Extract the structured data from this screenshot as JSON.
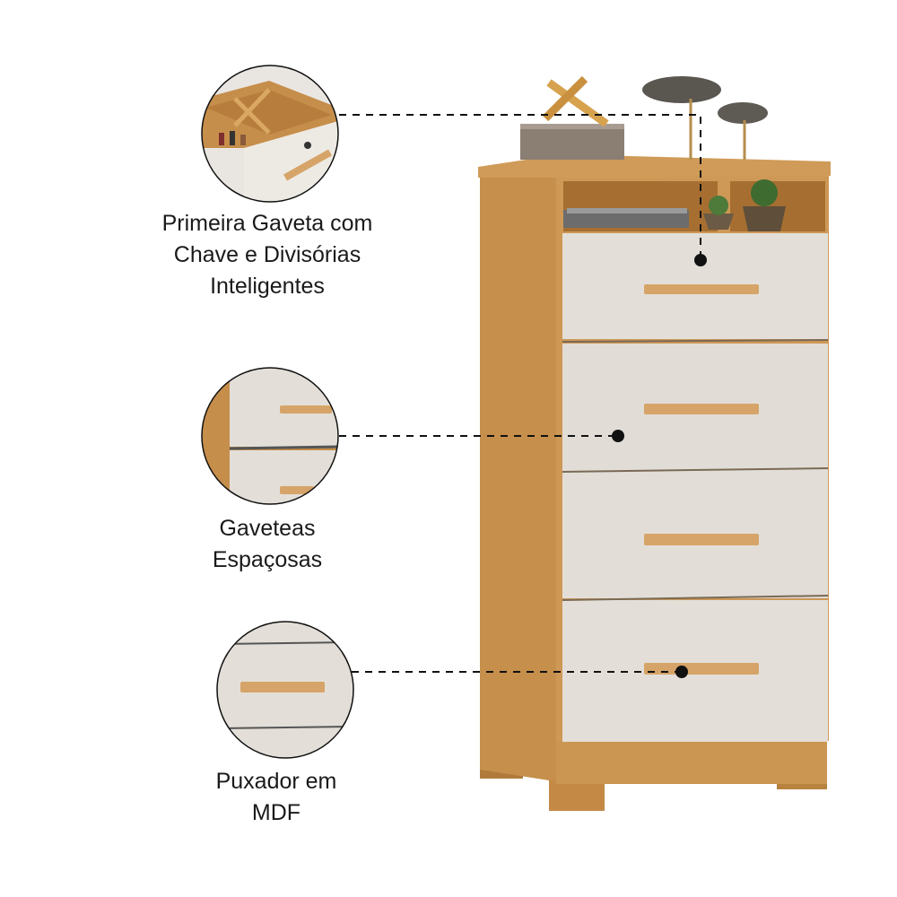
{
  "callouts": [
    {
      "lines": [
        "Primeira Gaveta com",
        "Chave e Divisórias",
        "Inteligentes"
      ]
    },
    {
      "lines": [
        "Gaveteas",
        "Espaçosas"
      ]
    },
    {
      "lines": [
        "Puxador em",
        "MDF"
      ]
    }
  ],
  "colors": {
    "wood": "#C9934F",
    "wood_dark": "#B07A3A",
    "drawer_front": "#E3DFD8",
    "handle": "#D6A468",
    "line": "#111111"
  },
  "icons": [
    "drawer-detail-zoom",
    "drawer-front-zoom",
    "handle-zoom",
    "key-lock-icon"
  ]
}
